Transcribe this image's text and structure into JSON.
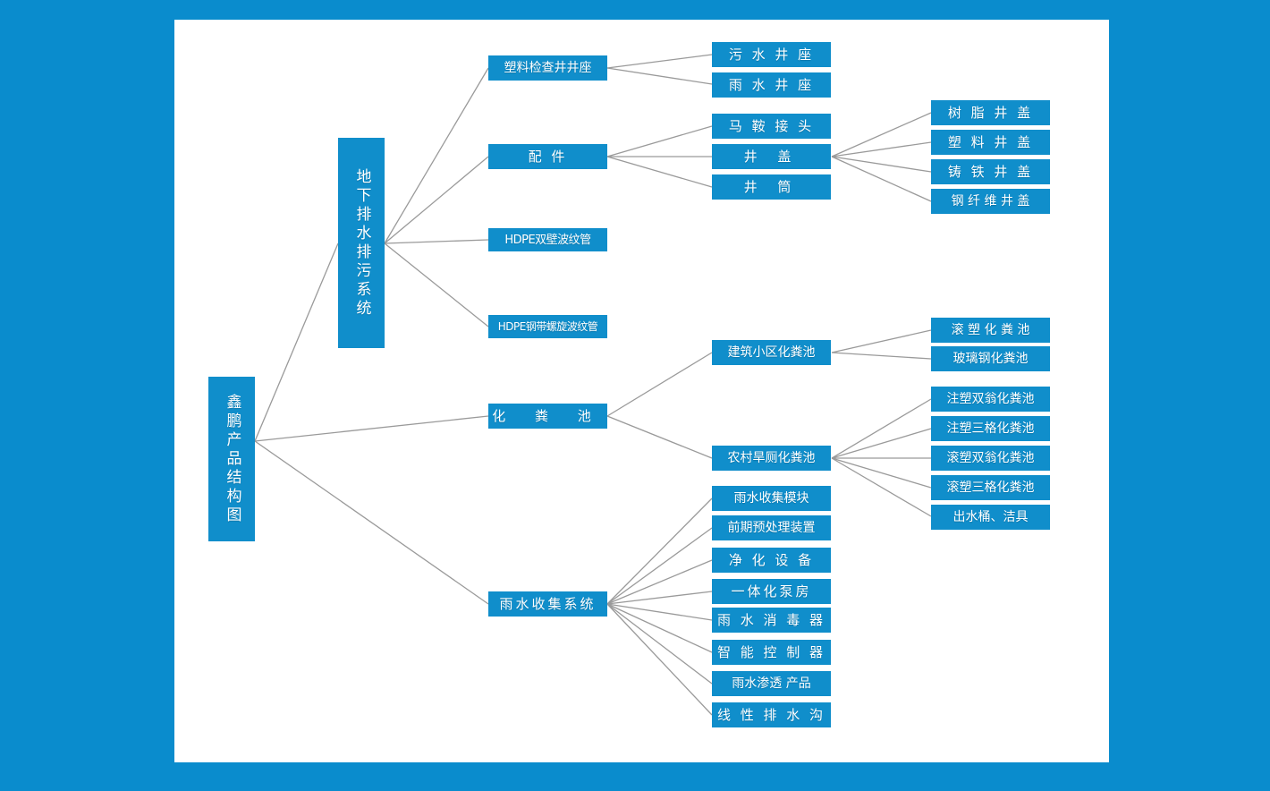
{
  "meta": {
    "background_color": "#0a8ccd",
    "paper_color": "#ffffff",
    "node_color": "#108ecb",
    "node_text_color": "#ffffff",
    "edge_color": "#9a9a9a"
  },
  "diagram": {
    "title": "鑫鹏产品结构图",
    "type": "tree",
    "root": {
      "label": "鑫鹏产品结构图"
    },
    "level1": [
      {
        "label": "地下排水排污系统"
      },
      {
        "label": "化  粪  池"
      },
      {
        "label": "雨水收集系统"
      }
    ],
    "level2": {
      "underground": [
        {
          "label": "塑料检查井井座"
        },
        {
          "label": "配        件"
        },
        {
          "label": "HDPE双壁波纹管"
        },
        {
          "label": "HDPE钢带螺旋波纹管"
        }
      ],
      "septic": [
        {
          "label": "建筑小区化粪池"
        },
        {
          "label": "农村旱厕化粪池"
        }
      ],
      "rainwater": [
        {
          "label": "雨水收集模块"
        },
        {
          "label": "前期预处理装置"
        },
        {
          "label": "净 化 设 备"
        },
        {
          "label": "一体化泵房"
        },
        {
          "label": "雨 水 消 毒 器"
        },
        {
          "label": "智 能 控 制 器"
        },
        {
          "label": "雨水渗透 产品"
        },
        {
          "label": "线 性 排 水 沟"
        }
      ]
    },
    "level3": {
      "manhole_base": [
        {
          "label": "污 水 井 座"
        },
        {
          "label": "雨 水 井 座"
        }
      ],
      "fittings": [
        {
          "label": "马 鞍 接 头"
        },
        {
          "label": "井      盖"
        },
        {
          "label": "井      筒"
        }
      ],
      "well_cover": [
        {
          "label": "树 脂 井 盖"
        },
        {
          "label": "塑 料 井 盖"
        },
        {
          "label": "铸 铁 井 盖"
        },
        {
          "label": "钢 纤 维 井 盖"
        }
      ],
      "community_septic": [
        {
          "label": "滚 塑 化 粪 池"
        },
        {
          "label": "玻璃钢化粪池"
        }
      ],
      "rural_septic": [
        {
          "label": "注塑双翁化粪池"
        },
        {
          "label": "注塑三格化粪池"
        },
        {
          "label": "滚塑双翁化粪池"
        },
        {
          "label": "滚塑三格化粪池"
        },
        {
          "label": "出水桶、洁具"
        }
      ]
    }
  }
}
